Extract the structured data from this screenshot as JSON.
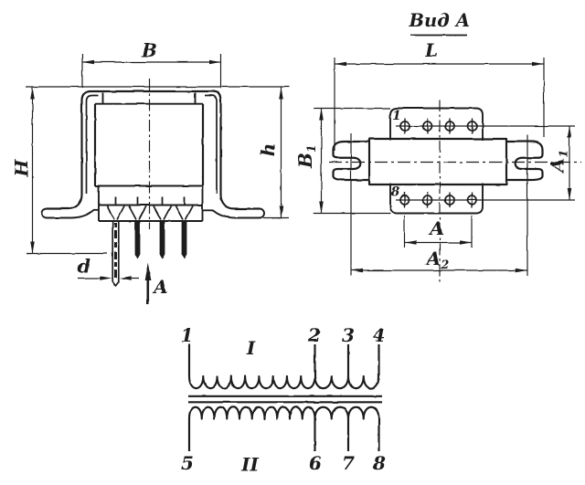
{
  "drawing": {
    "paper_color": "#ffffff",
    "ink_color": "#161616",
    "front_view": {
      "dim_width": "B",
      "dim_height_total": "H",
      "dim_height_body": "h",
      "dim_pin_diameter": "d",
      "view_direction_label": "A"
    },
    "view_a": {
      "title": "Вид А",
      "dim_length": "L",
      "dim_b1": {
        "base": "B",
        "sub": "1"
      },
      "dim_a1": {
        "base": "A",
        "sub": "1"
      },
      "dim_pin_span": "A",
      "dim_hole_span": {
        "base": "A",
        "sub": "2"
      },
      "pin_label_top_left": "1",
      "pin_label_bottom_left": "8"
    },
    "schematic": {
      "primary_winding": "I",
      "secondary_winding": "II",
      "pins_top": [
        "1",
        "2",
        "3",
        "4"
      ],
      "pins_bottom": [
        "5",
        "6",
        "7",
        "8"
      ]
    }
  }
}
